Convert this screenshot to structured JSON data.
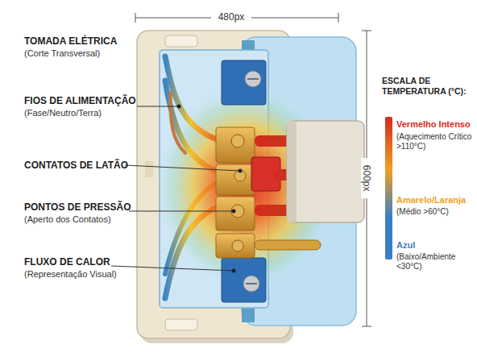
{
  "diagram": {
    "labels": [
      "480px",
      "TOMADA ELÉTRICA",
      "(Corte Transversal)",
      "FIOS DE ALIMENTAÇÃO",
      "(Fase/Neutro/Terra)",
      "CONTATOS DE LATÃO",
      "PONTOS DE PRESSÃO",
      "(Aperto dos Contatos)",
      "FLUXO DE CALOR",
      "(Representação Visual)",
      "600px",
      "ESCALA DE TEMPERATURA (°C):",
      "(Aquecimento Crítico >110°C)",
      "(Médio >60°C)",
      "(Baixo/Ambiente <30°C)"
    ],
    "legend": [
      {
        "text": "Vermelho Intenso",
        "color": "#d62a1e"
      },
      {
        "text": "Amarelo/Laranja",
        "color": "#f0a020"
      },
      {
        "text": "Azul",
        "color": "#3a7fc4"
      }
    ]
  }
}
